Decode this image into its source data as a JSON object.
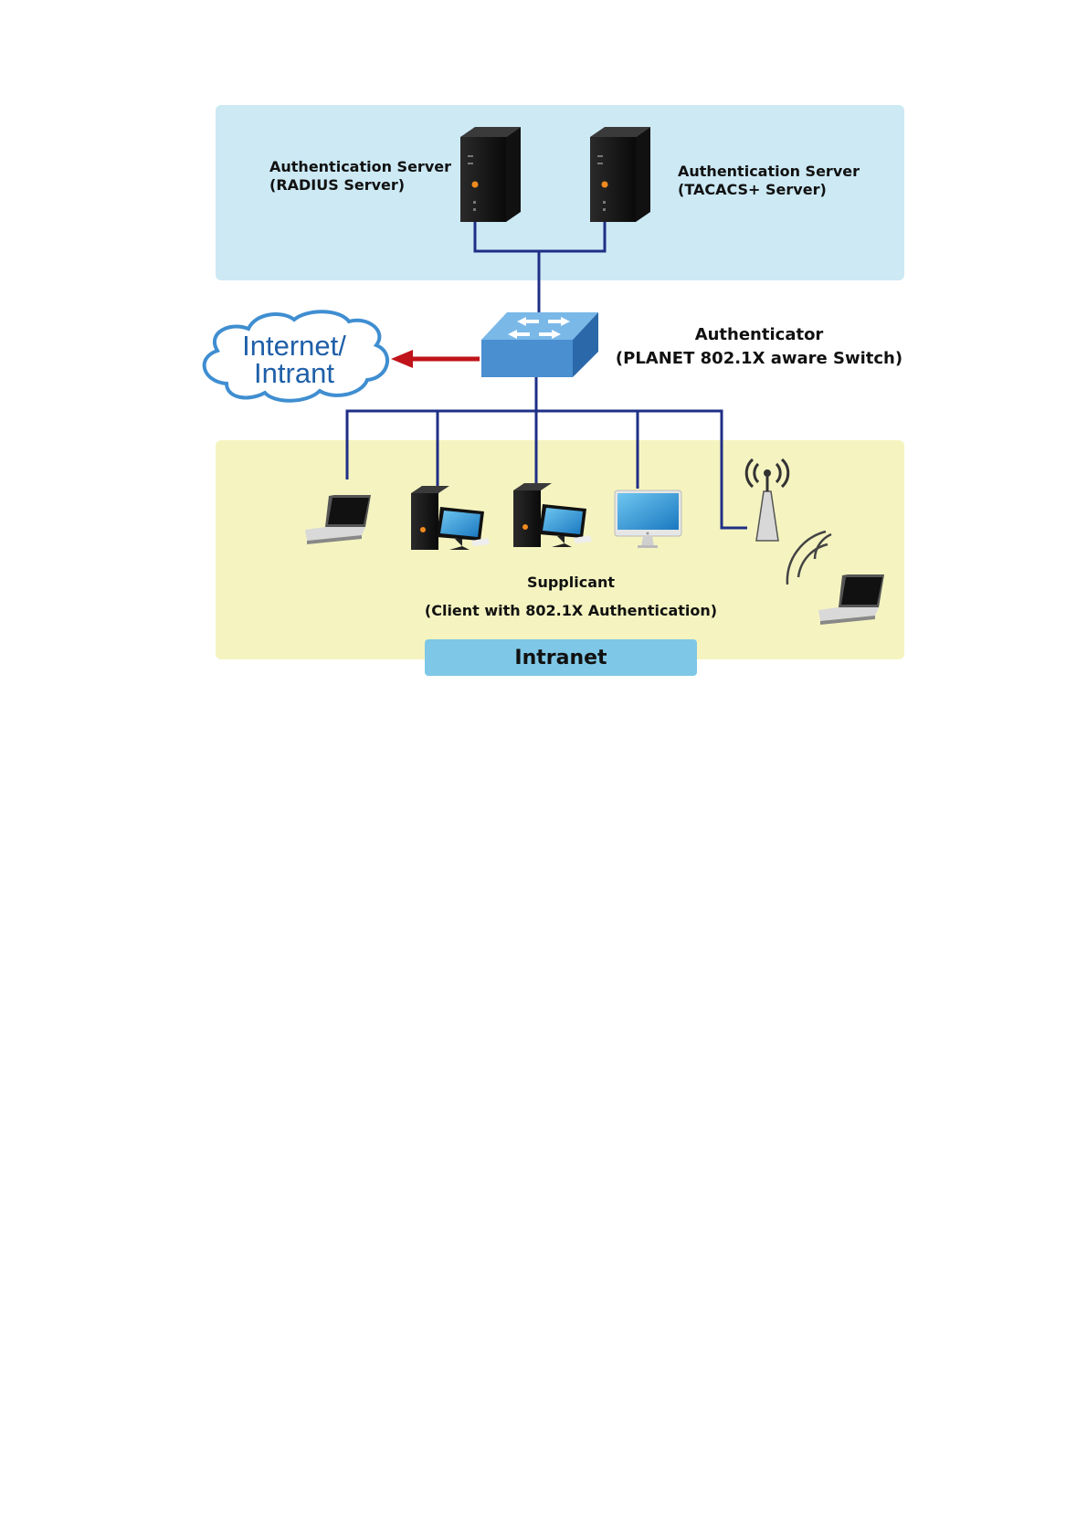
{
  "auth_server_radius": {
    "line1": "Authentication Server",
    "line2": "(RADIUS Server)"
  },
  "auth_server_tacacs": {
    "line1": "Authentication Server",
    "line2": "(TACACS+ Server)"
  },
  "authenticator": {
    "line1": "Authenticator",
    "line2": "(PLANET 802.1X aware Switch)"
  },
  "cloud": {
    "line1": "Internet/",
    "line2": "Intrant"
  },
  "supplicant": {
    "line1": "Supplicant",
    "line2": "(Client with 802.1X Authentication)"
  },
  "intranet_label": "Intranet",
  "colors": {
    "server_zone": "#cce9f4",
    "client_zone": "#f5f4c0",
    "link": "#1f2f86",
    "arrow": "#c0141a",
    "switch": "#4a8fd0",
    "intranet_tab": "#7ec7e6"
  }
}
